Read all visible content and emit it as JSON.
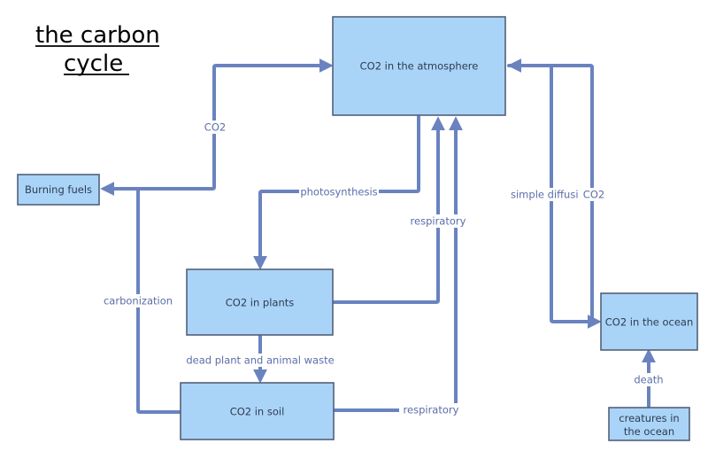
{
  "title": {
    "line1": "the carbon",
    "line2": "cycle"
  },
  "nodes": {
    "atmosphere": {
      "label": "CO2 in the atmosphere"
    },
    "burning": {
      "label": "Burning fuels"
    },
    "plants": {
      "label": "CO2 in plants"
    },
    "soil": {
      "label": "CO2 in soil"
    },
    "ocean": {
      "label": "CO2 in the ocean"
    },
    "creatures": {
      "line1": "creatures in",
      "line2": "the ocean"
    }
  },
  "edges": {
    "burning_to_atmosphere": "CO2",
    "atmosphere_to_plants": "photosynthesis",
    "plants_to_atmosphere": "respiratory",
    "soil_to_burning": "carbonization",
    "plants_to_soil": "dead plant and animal waste",
    "soil_to_atmosphere": "respiratory",
    "atmosphere_to_ocean": "simple diffusi",
    "ocean_to_atmosphere": "CO2",
    "creatures_to_ocean": "death"
  },
  "colors": {
    "node_fill": "#aad4f7",
    "node_border": "#52607a",
    "arrow": "#6a83bf",
    "label_text": "#5a6ea8"
  }
}
